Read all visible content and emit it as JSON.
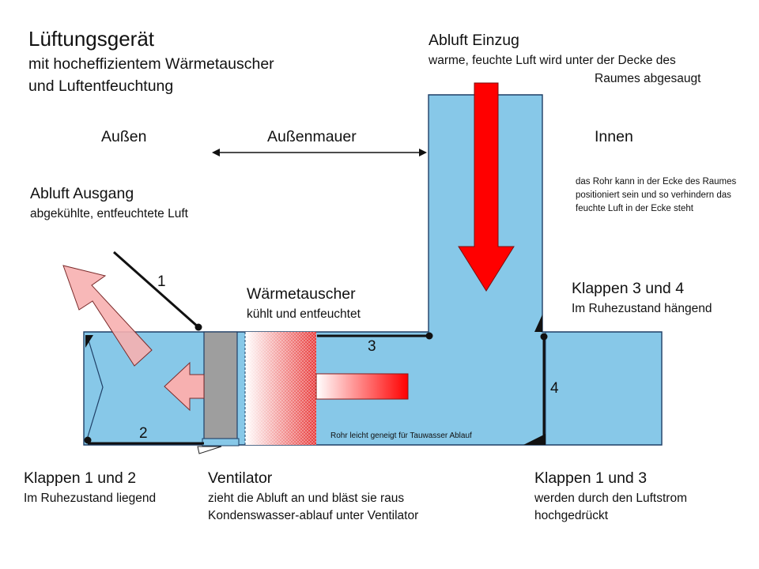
{
  "title": {
    "main": "Lüftungsgerät",
    "line2": "mit hocheffizientem Wärmetauscher",
    "line3": "und Luftentfeuchtung"
  },
  "abluft_einzug": {
    "heading": "Abluft Einzug",
    "line1": "warme, feuchte Luft wird unter der Decke des",
    "line2": "Raumes abgesaugt"
  },
  "zones": {
    "aussen": "Außen",
    "aussenmauer": "Außenmauer",
    "innen": "Innen"
  },
  "abluft_ausgang": {
    "heading": "Abluft Ausgang",
    "sub": "abgekühlte, entfeuchtete Luft"
  },
  "note_corner": "das Rohr kann in der Ecke des Raumes positioniert sein und  so verhindern das feuchte Luft in der Ecke steht",
  "waermetauscher": {
    "heading": "Wärmetauscher",
    "sub": "kühlt und entfeuchtet"
  },
  "klappen_3_4": {
    "heading": "Klappen 3 und 4",
    "sub": "Im Ruhezustand hängend"
  },
  "klappen_1_2": {
    "heading": "Klappen 1 und 2",
    "sub": "Im Ruhezustand liegend"
  },
  "ventilator": {
    "heading": "Ventilator",
    "line1": "zieht die Abluft an und bläst sie raus",
    "line2": "Kondenswasser-ablauf unter Ventilator"
  },
  "klappen_1_3": {
    "heading": "Klappen 1 und 3",
    "line1": "werden durch den Luftstrom",
    "line2": "hochgedrückt"
  },
  "pipe_note": "Rohr leicht geneigt für Tauwasser Ablauf",
  "flap_numbers": {
    "n1": "1",
    "n2": "2",
    "n3": "3",
    "n4": "4"
  },
  "colors": {
    "duct": "#87c8e8",
    "arrow_red": "#ff0000",
    "arrow_pale": "#f7b0b0",
    "fan_grey": "#9e9e9e",
    "outline": "#1f3f66"
  }
}
